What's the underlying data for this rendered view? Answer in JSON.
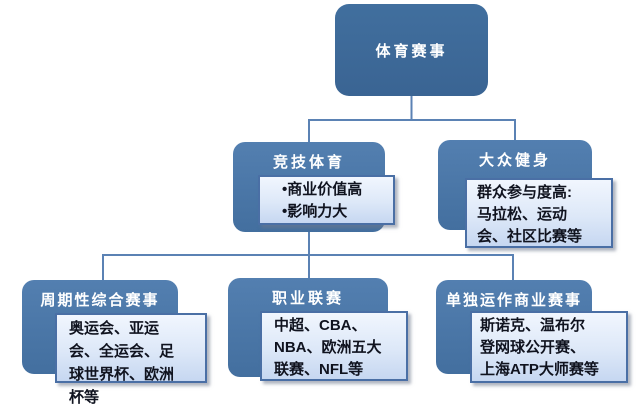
{
  "colors": {
    "node_dark_blue": "#3a6493",
    "node_mid_blue": "#4a79ad",
    "node_text": "#ffffff",
    "detail_border": "#4a6fa5",
    "detail_bg_top": "#f1f6fe",
    "detail_bg_bottom": "#c6d7f1",
    "detail_text": "#10131f",
    "connector": "#5b82b4",
    "background": "#ffffff"
  },
  "tree": {
    "root": {
      "label": "体育赛事"
    },
    "level2": [
      {
        "label": "竞技体育",
        "detail_lines": [
          "•商业价值高",
          "•影响力大"
        ]
      },
      {
        "label": "大众健身",
        "detail_lines": [
          "群众参与度高:",
          "马拉松、运动",
          "会、社区比赛等"
        ]
      }
    ],
    "level3": [
      {
        "label": "周期性综合赛事",
        "detail_lines": [
          "奥运会、亚运",
          "会、全运会、足",
          "球世界杯、欧洲",
          "杯等"
        ]
      },
      {
        "label": "职业联赛",
        "detail_lines": [
          "中超、CBA、",
          "NBA、欧洲五大",
          "联赛、NFL等"
        ]
      },
      {
        "label": "单独运作商业赛事",
        "detail_lines": [
          "斯诺克、温布尔",
          "登网球公开赛、",
          "上海ATP大师赛等"
        ]
      }
    ]
  }
}
